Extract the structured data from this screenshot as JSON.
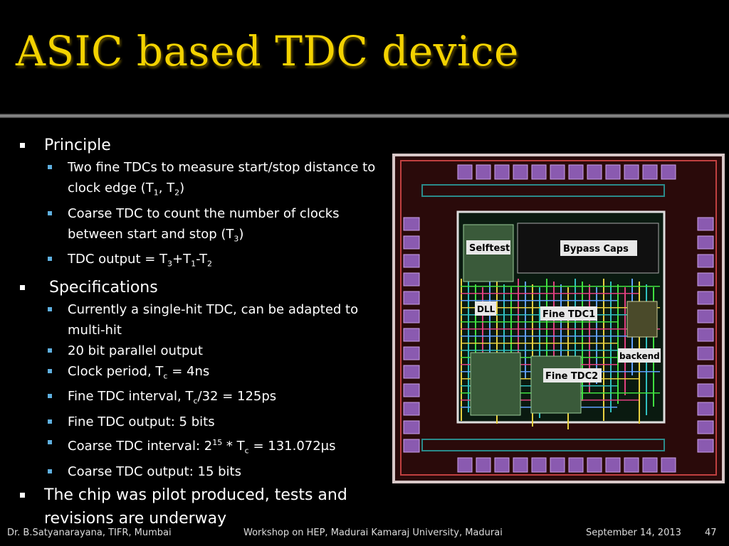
{
  "title": "ASIC based TDC device",
  "bullets": {
    "principle": "Principle",
    "p1a": "Two fine TDCs to measure start/stop distance to clock edge (T",
    "p1_s1": "1",
    "p1b": ", T",
    "p1_s2": "2",
    "p1c": ")",
    "p2a": "Coarse TDC to count the number of clocks between start and stop (T",
    "p2_s": "3",
    "p2b": ")",
    "p3a": "TDC output = T",
    "p3_s3": "3",
    "p3b": "+T",
    "p3_s1": "1",
    "p3c": "-T",
    "p3_s2": "2",
    "specifications": "Specifications",
    "s1": "Currently a single-hit TDC, can be adapted to multi-hit",
    "s2": "20 bit parallel output",
    "s3a": "Clock period, T",
    "s3_sub": "c",
    "s3b": " = 4ns",
    "s4a": "Fine TDC interval, T",
    "s4_sub": "c",
    "s4b": "/32 = 125ps",
    "s5": "Fine TDC output: 5 bits",
    "s6a": "Coarse TDC interval: 2",
    "s6_sup": "15",
    "s6b": " * T",
    "s6_sub": "c",
    "s6c": " = 131.072μs",
    "s7": "Coarse TDC output: 15 bits",
    "final": "The chip was pilot produced, tests and revisions are underway"
  },
  "chip_labels": {
    "selftest": "Selftest",
    "bypass": "Bypass Caps",
    "dll": "DLL",
    "fine1": "Fine TDC1",
    "backend": "backend",
    "fine2": "Fine TDC2"
  },
  "footer": {
    "author": "Dr. B.Satyanarayana, TIFR, Mumbai",
    "event": "Workshop on HEP, Madurai Kamaraj University, Madurai",
    "date": "September 14, 2013",
    "page": "47"
  },
  "colors": {
    "title": "#f3d200",
    "bullet_l2": "#5fb0e0",
    "chip_bg": "#2a0a0a",
    "pad": "#8a5ab0"
  }
}
